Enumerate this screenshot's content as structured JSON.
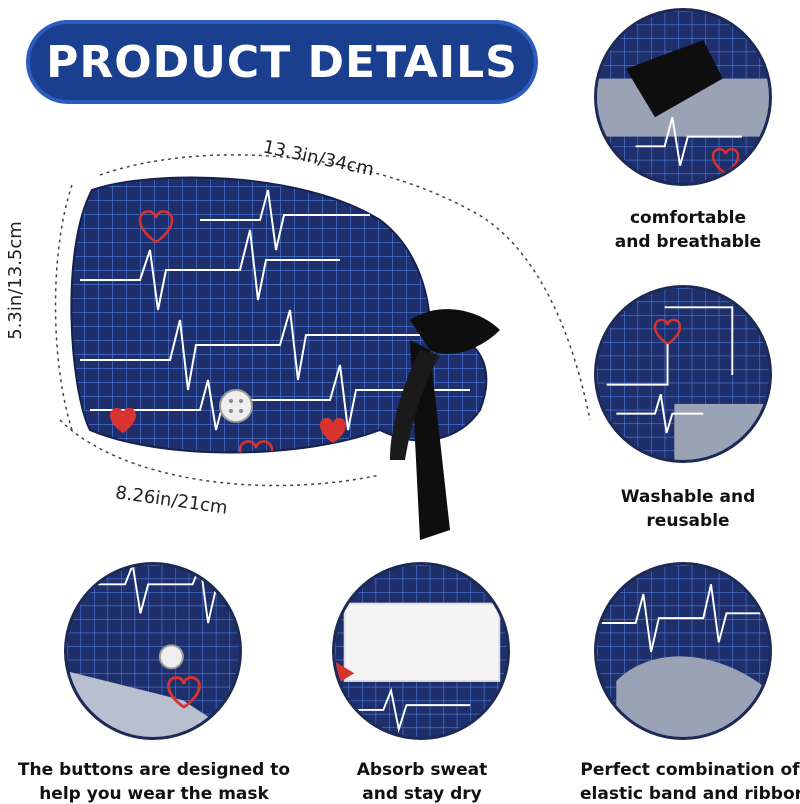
{
  "banner": {
    "title": "PRODUCT DETAILS"
  },
  "dimensions": {
    "top": "13.3in/34cm",
    "side": "5.3in/13.5cm",
    "bottom": "8.26in/21cm"
  },
  "features": [
    {
      "line1": "comfortable",
      "line2": "and breathable"
    },
    {
      "line1": "Washable and",
      "line2": "reusable"
    },
    {
      "line1": "The buttons are designed to",
      "line2": "help you wear the mask"
    },
    {
      "line1": "Absorb sweat",
      "line2": "and stay dry"
    },
    {
      "line1": "Perfect combination of",
      "line2": "elastic band and ribbon"
    }
  ],
  "colors": {
    "brand_blue": "#1b3f8f",
    "fabric_navy": "#1e2f6b",
    "grid_blue": "#4f7fe0",
    "heart_red": "#d8332f"
  }
}
